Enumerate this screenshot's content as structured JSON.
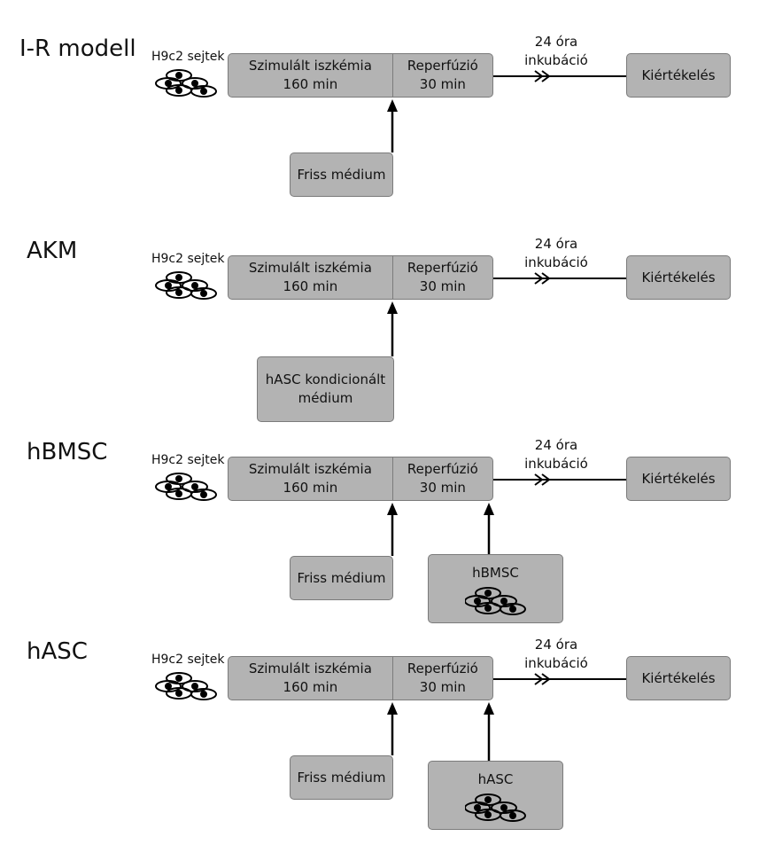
{
  "panels": [
    {
      "title": "I-R modell",
      "cells_label": "H9c2 sejtek",
      "ischemia_label": "Szimulált iszkémia",
      "ischemia_time": "160 min",
      "reperfusion_label": "Reperfúzió",
      "reperfusion_time": "30 min",
      "incubation_line1": "24 óra",
      "incubation_line2": "inkubáció",
      "evaluation_label": "Kiértékelés",
      "medium_line1": "Friss médium",
      "medium_line2": ""
    },
    {
      "title": "AKM",
      "cells_label": "H9c2 sejtek",
      "ischemia_label": "Szimulált iszkémia",
      "ischemia_time": "160 min",
      "reperfusion_label": "Reperfúzió",
      "reperfusion_time": "30 min",
      "incubation_line1": "24 óra",
      "incubation_line2": "inkubáció",
      "evaluation_label": "Kiértékelés",
      "medium_line1": "hASC kondicionált",
      "medium_line2": "médium"
    },
    {
      "title": "hBMSC",
      "cells_label": "H9c2 sejtek",
      "ischemia_label": "Szimulált iszkémia",
      "ischemia_time": "160 min",
      "reperfusion_label": "Reperfúzió",
      "reperfusion_time": "30 min",
      "incubation_line1": "24 óra",
      "incubation_line2": "inkubáció",
      "evaluation_label": "Kiértékelés",
      "medium_line1": "Friss médium",
      "medium_line2": "",
      "cell_box_label": "hBMSC"
    },
    {
      "title": "hASC",
      "cells_label": "H9c2 sejtek",
      "ischemia_label": "Szimulált iszkémia",
      "ischemia_time": "160 min",
      "reperfusion_label": "Reperfúzió",
      "reperfusion_time": "30 min",
      "incubation_line1": "24 óra",
      "incubation_line2": "inkubáció",
      "evaluation_label": "Kiértékelés",
      "medium_line1": "Friss médium",
      "medium_line2": "",
      "cell_box_label": "hASC"
    }
  ],
  "colors": {
    "box_fill": "#b3b3b3",
    "box_border": "#7b7b7b",
    "line": "#000000"
  }
}
